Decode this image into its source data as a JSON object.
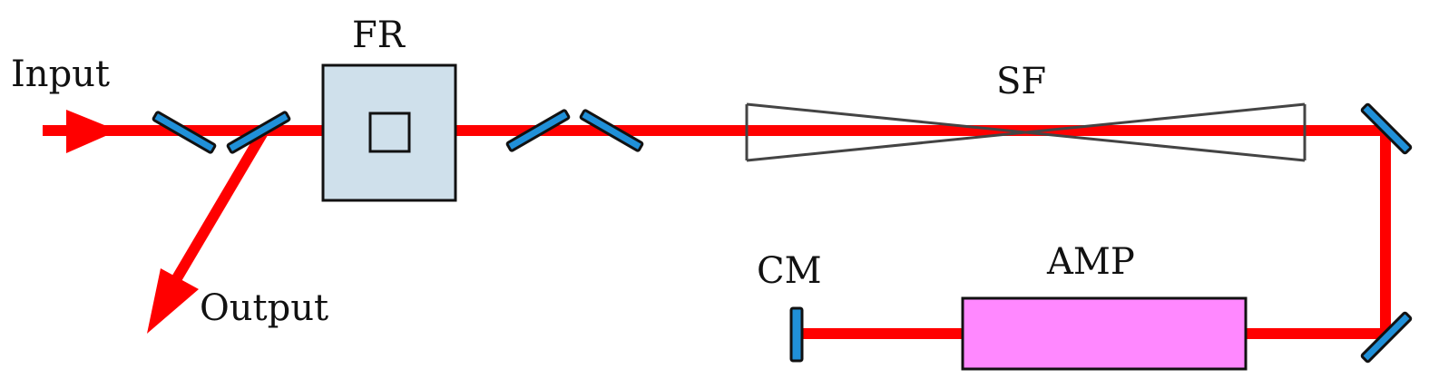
{
  "labels": {
    "input": "Input",
    "output": "Output",
    "faraday_rotator": "FR",
    "spatial_filter": "SF",
    "curved_mirror": "CM",
    "amplifier": "AMP"
  },
  "colors": {
    "beam": "#ff0000",
    "mirror": "#2090d8",
    "faraday_rotator_fill": "#cfe0eb",
    "amplifier_fill": "#ff88ff",
    "spatial_filter_stroke": "#444444"
  }
}
